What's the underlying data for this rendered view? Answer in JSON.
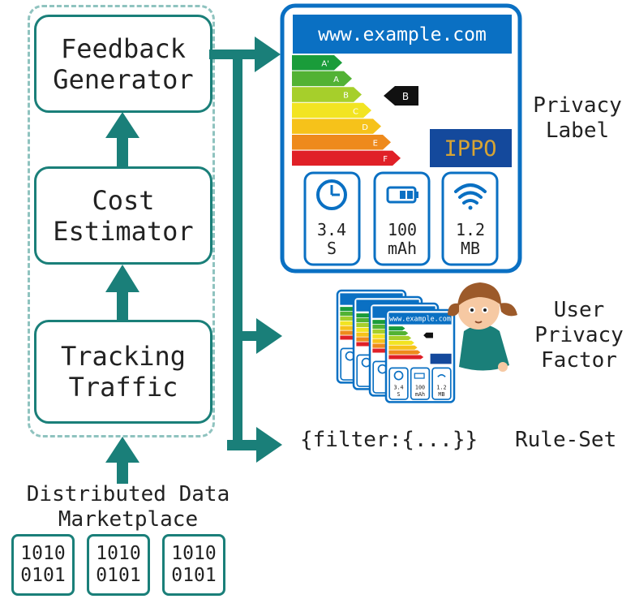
{
  "pipeline": {
    "feedback_generator": [
      "Feedback",
      "Generator"
    ],
    "cost_estimator": [
      "Cost",
      "Estimator"
    ],
    "tracking_traffic": [
      "Tracking",
      "Traffic"
    ]
  },
  "marketplace": {
    "title": [
      "Distributed Data",
      "Marketplace"
    ],
    "chips": [
      [
        "1010",
        "0101"
      ],
      [
        "1010",
        "0101"
      ],
      [
        "1010",
        "0101"
      ]
    ]
  },
  "label_card": {
    "url": "www.example.com",
    "grades": [
      "A'",
      "A",
      "B",
      "C",
      "D",
      "E",
      "F"
    ],
    "grade_colors": [
      "#1a9c3a",
      "#52b234",
      "#a6cf2b",
      "#f2e422",
      "#f6c21a",
      "#ee8a1c",
      "#e02027"
    ],
    "current_grade": "B",
    "brand": "IPPO",
    "metrics": [
      {
        "icon": "clock-icon",
        "value": "3.4",
        "unit": "S"
      },
      {
        "icon": "battery-icon",
        "value": "100",
        "unit": "mAh"
      },
      {
        "icon": "wifi-icon",
        "value": "1.2",
        "unit": "MB"
      }
    ]
  },
  "outputs": {
    "privacy_label": [
      "Privacy",
      "Label"
    ],
    "user_privacy_factor": [
      "User",
      "Privacy",
      "Factor"
    ],
    "rule_set_code": "{filter:{...}}",
    "rule_set_label": "Rule-Set"
  },
  "colors": {
    "teal": "#1a7f79",
    "blue": "#0a70c3",
    "navy": "#14499c",
    "gold": "#d6a434"
  }
}
